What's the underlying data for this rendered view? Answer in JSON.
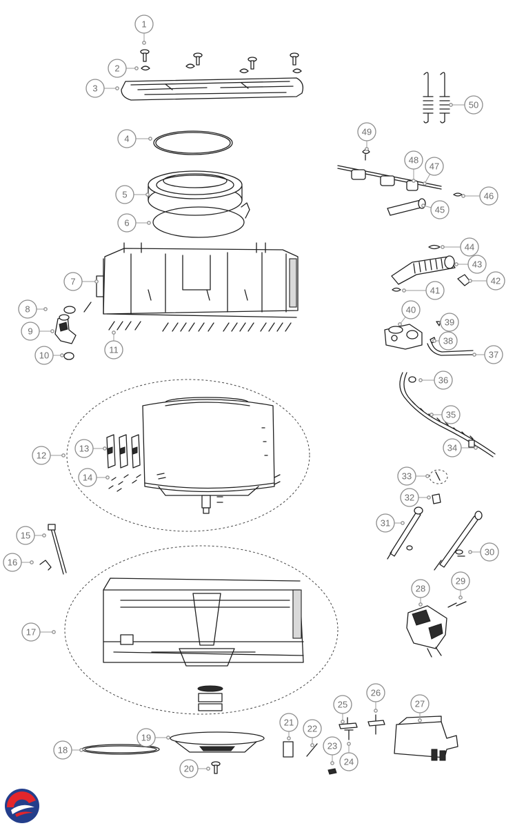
{
  "diagram": {
    "type": "exploded-parts-view",
    "callout_labels": [
      "1",
      "2",
      "3",
      "4",
      "5",
      "6",
      "7",
      "8",
      "9",
      "10",
      "11",
      "12",
      "13",
      "14",
      "15",
      "16",
      "17",
      "18",
      "19",
      "20",
      "21",
      "22",
      "23",
      "24",
      "25",
      "26",
      "27",
      "28",
      "29",
      "30",
      "31",
      "32",
      "33",
      "34",
      "35",
      "36",
      "37",
      "38",
      "39",
      "40",
      "41",
      "42",
      "43",
      "44",
      "45",
      "46",
      "47",
      "48",
      "49",
      "50"
    ]
  },
  "colors": {
    "callout_stroke": "#8c8c8c",
    "callout_text": "#6e6e6e",
    "line_art": "#1e1e1e",
    "logo_red": "#e3262b",
    "logo_blue": "#233e8b"
  },
  "logo": {
    "icon": "brand-logo-icon"
  }
}
